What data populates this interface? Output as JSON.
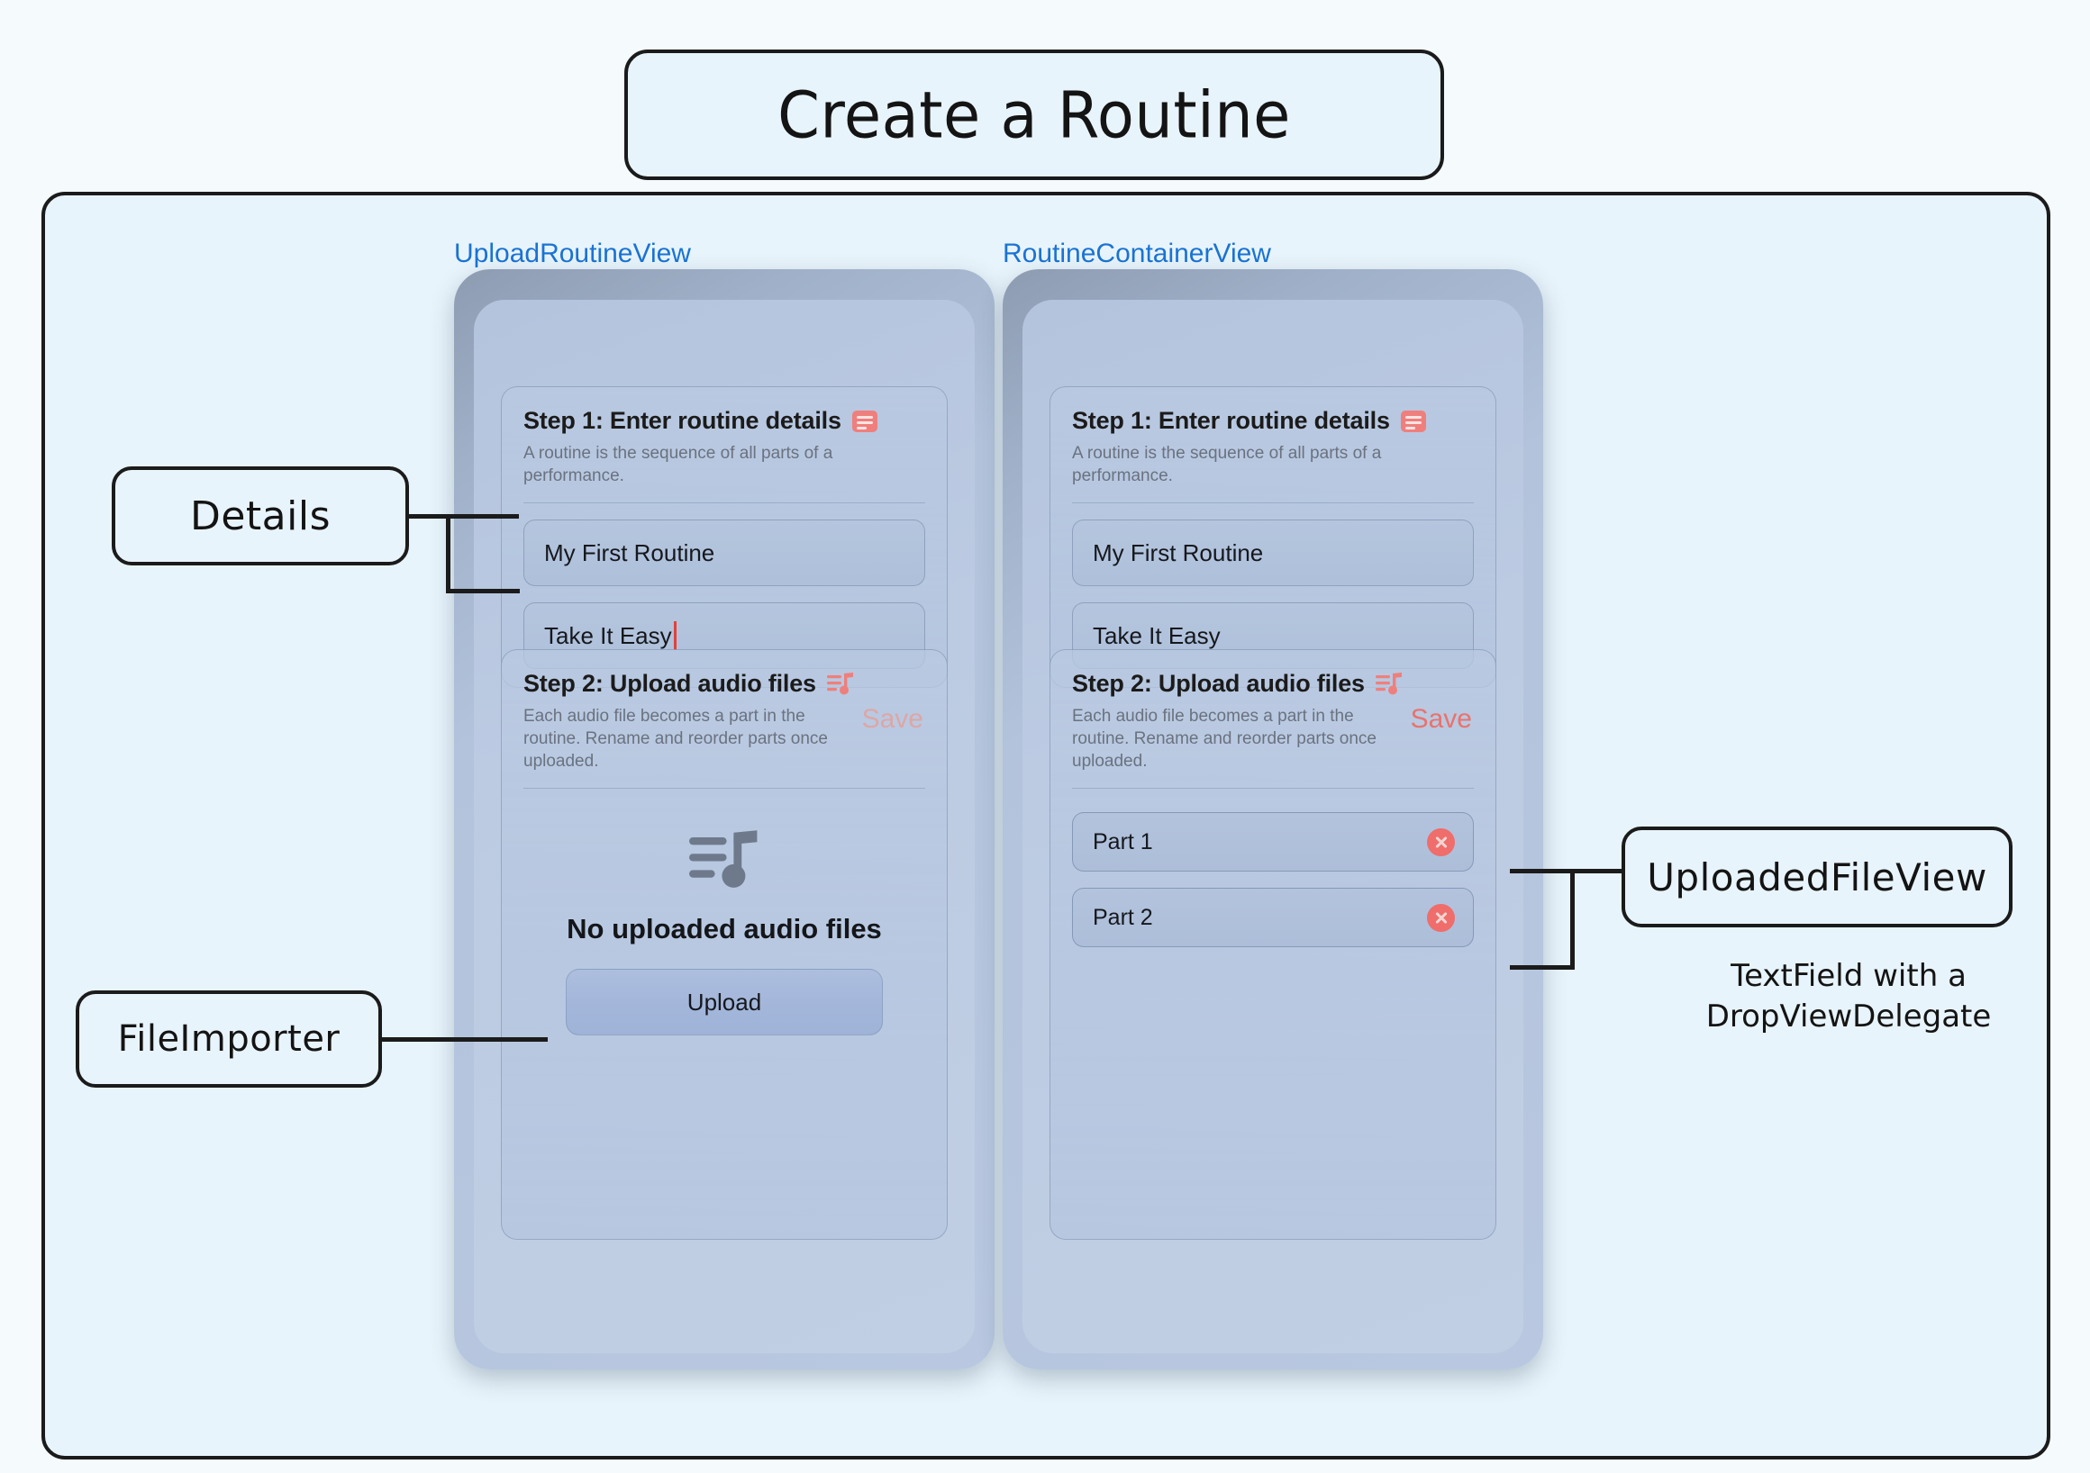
{
  "diagram": {
    "title": "Create a Routine",
    "background_color": "#f5fafd",
    "canvas_color": "#e8f4fb",
    "accent_blue": "#1a73d4",
    "accent_red": "#ef7f7c"
  },
  "views": {
    "left_caption": "UploadRoutineView",
    "right_caption": "RoutineContainerView"
  },
  "annotations": {
    "details": "Details",
    "file_importer": "FileImporter",
    "uploaded_file_view": "UploadedFileView",
    "uploaded_file_note_line1": "TextField with a",
    "uploaded_file_note_line2": "DropViewDelegate"
  },
  "step1": {
    "title": "Step 1: Enter routine details",
    "icon": "document-lines-icon",
    "subtitle": "A routine is the sequence of all parts of a performance.",
    "fields": [
      {
        "value": "My First Routine",
        "caret": false
      },
      {
        "value": "Take It Easy",
        "caret": true
      }
    ],
    "fields_right": [
      {
        "value": "My First Routine",
        "caret": false
      },
      {
        "value": "Take It Easy",
        "caret": false
      }
    ]
  },
  "step2": {
    "title": "Step 2: Upload audio files",
    "icon": "music-list-icon",
    "subtitle": "Each audio file becomes a part in the routine. Rename and reorder parts once uploaded.",
    "save_label": "Save",
    "empty_state": {
      "icon": "music-list-icon",
      "title": "No uploaded audio files",
      "upload_button": "Upload"
    },
    "parts": [
      {
        "name": "Part 1",
        "delete_icon": "delete-circle-icon"
      },
      {
        "name": "Part 2",
        "delete_icon": "delete-circle-icon"
      }
    ]
  }
}
